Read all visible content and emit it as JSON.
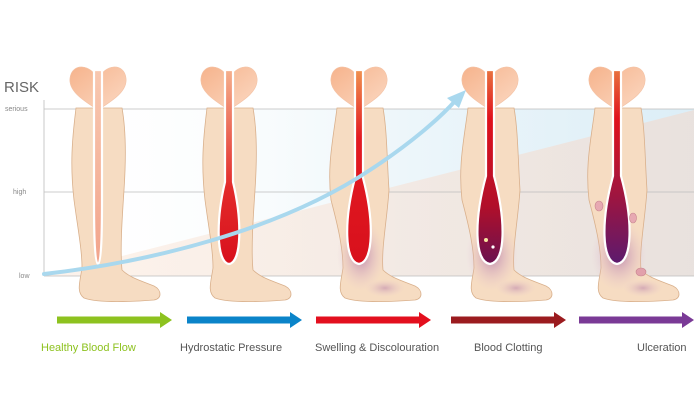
{
  "title": "RISK",
  "levels": [
    "serious",
    "high",
    "low"
  ],
  "stages": [
    {
      "label": "Healthy Blood Flow",
      "arrow_color": "#8dc21f",
      "label_color": "#8dc21f"
    },
    {
      "label": "Hydrostatic Pressure",
      "arrow_color": "#0b84c9",
      "label_color": "#555555"
    },
    {
      "label": "Swelling & Discolouration",
      "arrow_color": "#e30f1e",
      "label_color": "#555555"
    },
    {
      "label": "Blood Clotting",
      "arrow_color": "#9b1b1f",
      "label_color": "#555555"
    },
    {
      "label": "Ulceration",
      "arrow_color": "#7a3a96",
      "label_color": "#555555"
    }
  ],
  "colors": {
    "skin": "#f6dcc2",
    "skin_outline": "#d9b08c",
    "trend_arrow": "#a9d8ee",
    "grid": "#bdbdbd",
    "band": "#e3f2f9"
  }
}
